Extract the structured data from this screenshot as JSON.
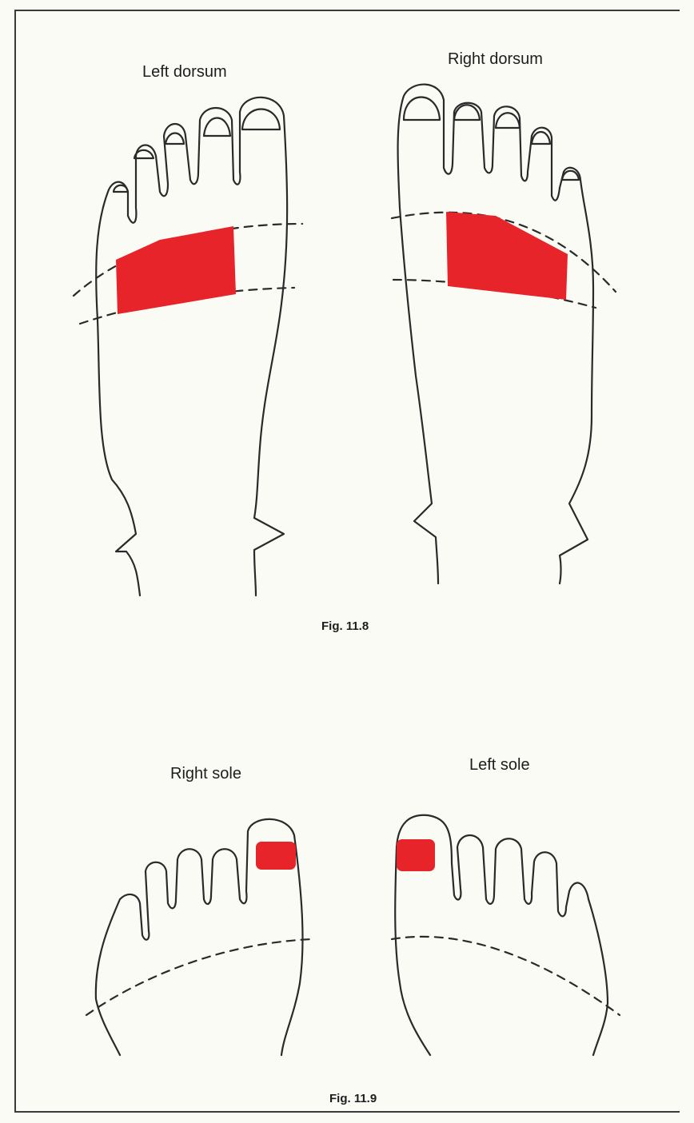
{
  "figures": [
    {
      "caption": "Fig. 11.8",
      "panels": [
        {
          "label": "Left dorsum",
          "highlight": "dorsum-band"
        },
        {
          "label": "Right dorsum",
          "highlight": "dorsum-band"
        }
      ]
    },
    {
      "caption": "Fig. 11.9",
      "panels": [
        {
          "label": "Right sole",
          "highlight": "big-toe-pad"
        },
        {
          "label": "Left sole",
          "highlight": "big-toe-pad"
        }
      ]
    }
  ],
  "colors": {
    "highlight": "#e8242b",
    "ink": "#2a2a2a",
    "paper": "#fbfbf6"
  }
}
